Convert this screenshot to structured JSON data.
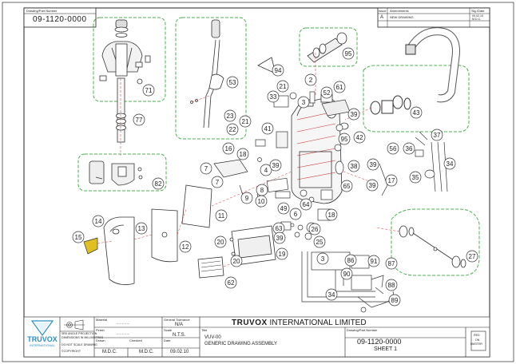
{
  "drawing_number": {
    "label": "Drawing/Part Number",
    "value": "09-1120-0000"
  },
  "amendments": {
    "col_issue": "Issue",
    "col_amendments": "Amendments",
    "col_sig": "Sig./Date",
    "row_issue": "A",
    "row_text": "NEW DRAWING",
    "row_date": "09.02.10",
    "row_sig": "M.D.C."
  },
  "callouts": [
    {
      "label": "71"
    },
    {
      "label": "77"
    },
    {
      "label": "82"
    },
    {
      "label": "53"
    },
    {
      "label": "95"
    },
    {
      "label": "94"
    },
    {
      "label": "43"
    },
    {
      "label": "21"
    },
    {
      "label": "33"
    },
    {
      "label": "2"
    },
    {
      "label": "52"
    },
    {
      "label": "61"
    },
    {
      "label": "3"
    },
    {
      "label": "39"
    },
    {
      "label": "23"
    },
    {
      "label": "21"
    },
    {
      "label": "22"
    },
    {
      "label": "41"
    },
    {
      "label": "42"
    },
    {
      "label": "95"
    },
    {
      "label": "38"
    },
    {
      "label": "37"
    },
    {
      "label": "56"
    },
    {
      "label": "36"
    },
    {
      "label": "34"
    },
    {
      "label": "35"
    },
    {
      "label": "16"
    },
    {
      "label": "7"
    },
    {
      "label": "18"
    },
    {
      "label": "7"
    },
    {
      "label": "4"
    },
    {
      "label": "39"
    },
    {
      "label": "65"
    },
    {
      "label": "17"
    },
    {
      "label": "39"
    },
    {
      "label": "39"
    },
    {
      "label": "8"
    },
    {
      "label": "9"
    },
    {
      "label": "10"
    },
    {
      "label": "49"
    },
    {
      "label": "64"
    },
    {
      "label": "6"
    },
    {
      "label": "18"
    },
    {
      "label": "11"
    },
    {
      "label": "14"
    },
    {
      "label": "13"
    },
    {
      "label": "15"
    },
    {
      "label": "12"
    },
    {
      "label": "63"
    },
    {
      "label": "26"
    },
    {
      "label": "25"
    },
    {
      "label": "39"
    },
    {
      "label": "20"
    },
    {
      "label": "19"
    },
    {
      "label": "20"
    },
    {
      "label": "62"
    },
    {
      "label": "3"
    },
    {
      "label": "86"
    },
    {
      "label": "91"
    },
    {
      "label": "90"
    },
    {
      "label": "87"
    },
    {
      "label": "27"
    },
    {
      "label": "34"
    },
    {
      "label": "88"
    },
    {
      "label": "89"
    }
  ],
  "title_block": {
    "logo_name": "TRUVOX",
    "logo_sub": "INTERNATIONAL",
    "proj_1": "3RD ANGLE PROJECTION",
    "proj_2": "DIMENSIONS IN MILLIMETRES",
    "proj_3": "DO NOT SCALE DRAWING",
    "copyright": "©COPYRIGHT",
    "material_label": "Material",
    "material_value": "– – – – –",
    "finish_label": "Finish",
    "finish_value": "– – – – –",
    "drawn_label": "Drawn",
    "drawn_value": "M.D.C.",
    "checked_label": "Checked",
    "checked_value": "M.D.C.",
    "tolerance_label": "General Tolerance",
    "tolerance_value": "N/A",
    "scale_label": "Scale",
    "scale_value": "N.T.S.",
    "date_label": "Date",
    "date_value": "09.02.10",
    "company_a": "TRUVOX",
    "company_b": "INTERNATIONAL LIMITED",
    "title_label": "Title",
    "title_1": "VUV-00",
    "title_2": "GENERIC DRAWING ASSEMBLY",
    "dwg_label": "Drawing/Part Number",
    "dwg_value": "09-1120-0000",
    "sheet": "SHEET 1",
    "stamp_1": "RED",
    "stamp_2": "ON",
    "stamp_3": "MASTER"
  },
  "colors": {
    "line": "#333333",
    "leader": "#cc3333",
    "group": "#4caf50",
    "accent": "#e0c020",
    "logo": "#2a8fc4"
  }
}
